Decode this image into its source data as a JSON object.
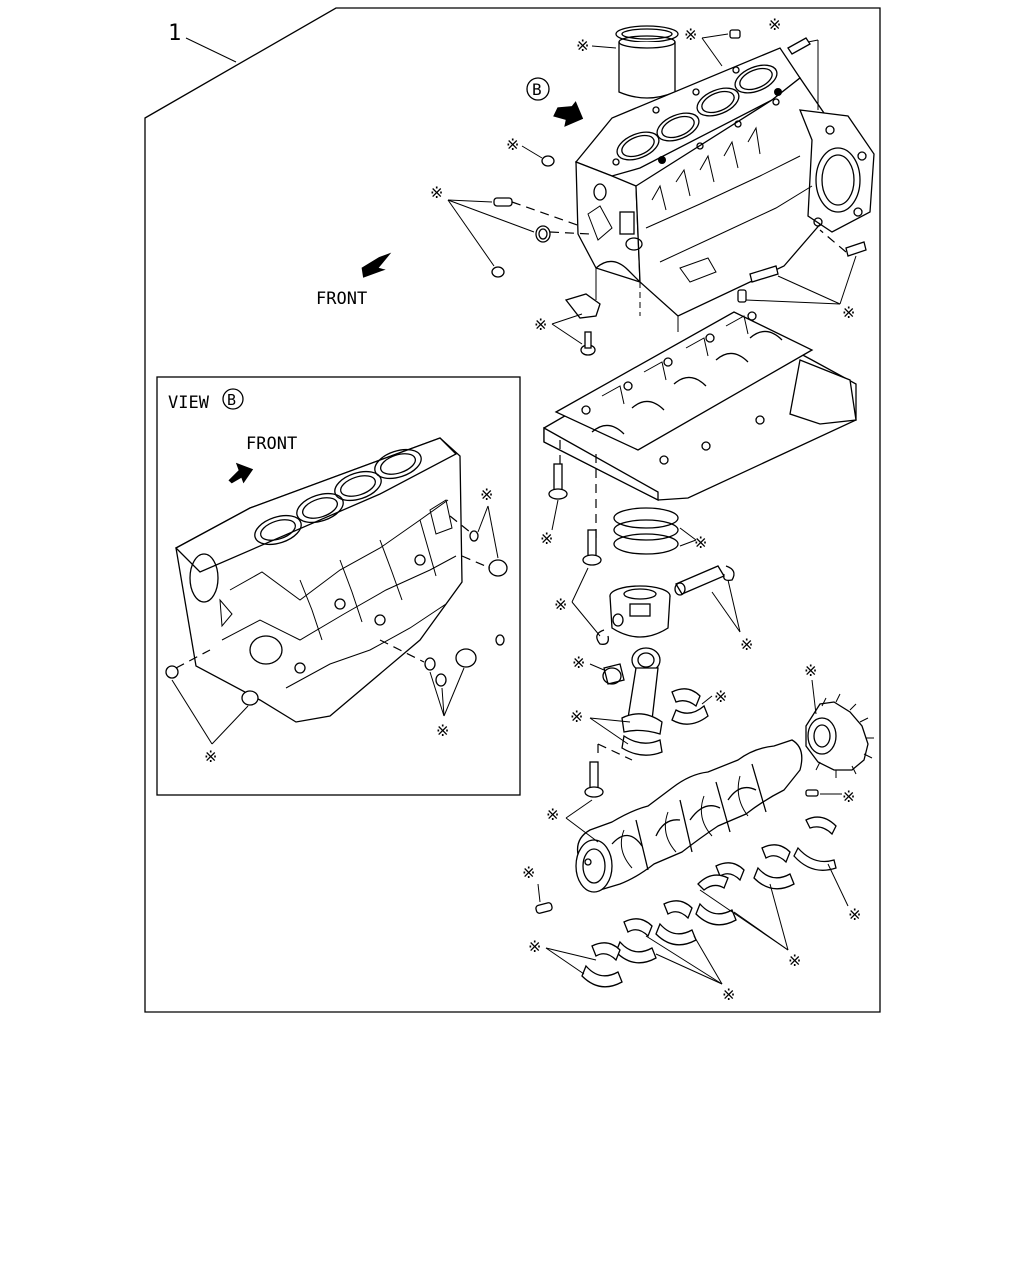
{
  "figure": {
    "item_number": "1",
    "view_label": "VIEW",
    "view_letter": "B",
    "callout_letter": "B",
    "front_label_main": "FRONT",
    "front_label_view": "FRONT",
    "kit_mark": "※"
  },
  "icons": {
    "kit_mark": "asterisk-kit-mark-icon",
    "front_arrow": "front-direction-arrow-icon",
    "view_callout": "view-b-callout-icon"
  },
  "colors": {
    "line": "#000000",
    "background": "#ffffff"
  }
}
